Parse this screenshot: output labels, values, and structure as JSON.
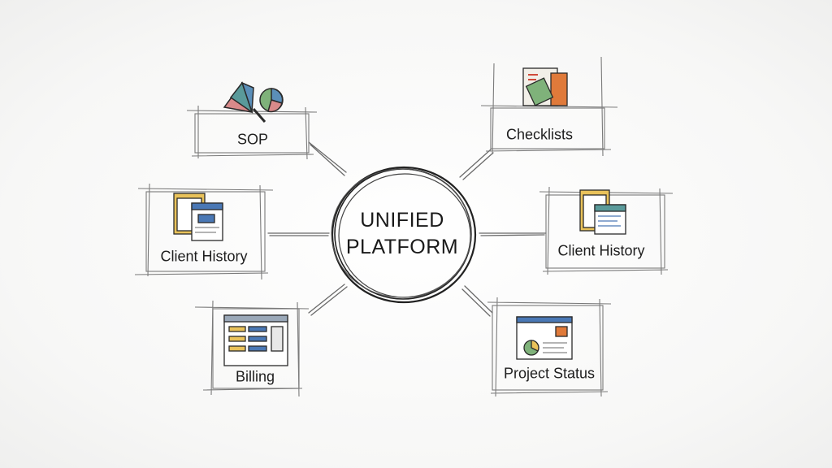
{
  "center": {
    "line1": "UNIFIED",
    "line2": "PLATFORM"
  },
  "nodes": [
    {
      "id": "sop",
      "label": "SOP",
      "icon": "pie-charts-magnifier-icon"
    },
    {
      "id": "checklists",
      "label": "Checklists",
      "icon": "clipboard-checklist-icon"
    },
    {
      "id": "client-history-left",
      "label": "Client History",
      "icon": "client-documents-icon"
    },
    {
      "id": "client-history-right",
      "label": "Client History",
      "icon": "client-documents-icon"
    },
    {
      "id": "billing",
      "label": "Billing",
      "icon": "billing-window-icon"
    },
    {
      "id": "project-status",
      "label": "Project Status",
      "icon": "project-status-window-icon"
    }
  ],
  "colors": {
    "ink": "#3a3a3a",
    "pie_teal": "#5a9a9a",
    "pie_pink": "#d98a8a",
    "pie_blue": "#5b8fb9",
    "pie_green": "#7fb27a",
    "orange": "#e07a3a",
    "doc_blue": "#4a78b5",
    "doc_yellow": "#e9c25a"
  }
}
